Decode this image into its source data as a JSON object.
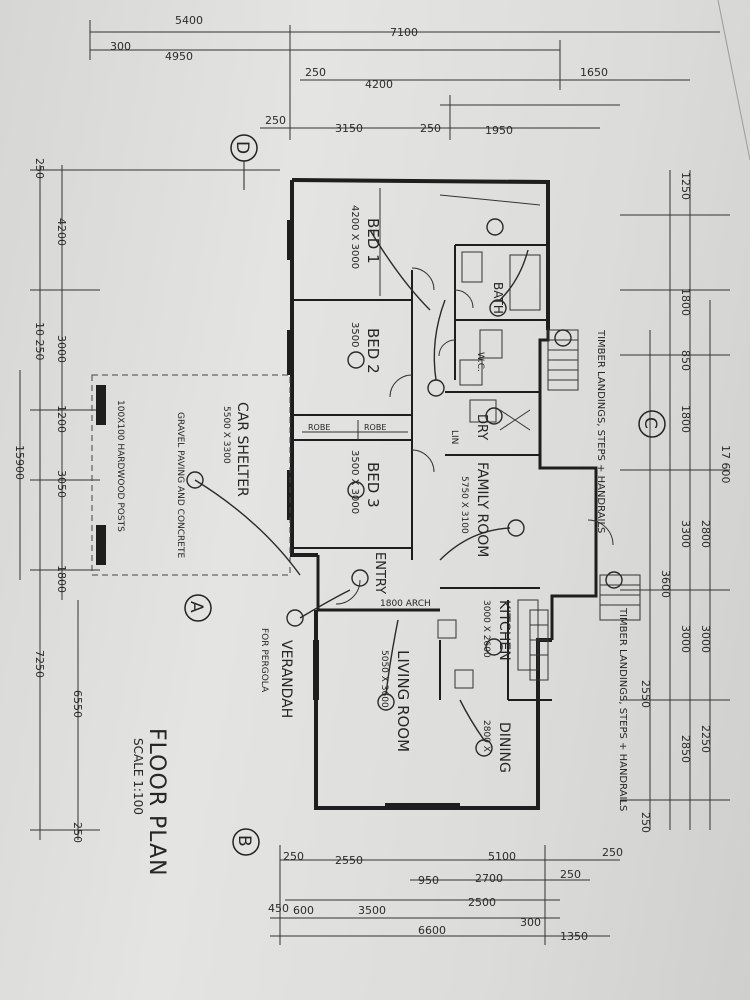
{
  "title": {
    "main": "FLOOR PLAN",
    "scale": "SCALE 1:100"
  },
  "rooms": {
    "bed1": {
      "name": "BED 1",
      "size": "4200 X 3000"
    },
    "bed2": {
      "name": "BED 2",
      "size": "3500"
    },
    "bed3": {
      "name": "BED 3",
      "size": "3500 X 3000"
    },
    "bath": {
      "name": "BATH"
    },
    "wc": {
      "name": "W.C."
    },
    "dry": {
      "name": "DRY"
    },
    "family": {
      "name": "FAMILY ROOM",
      "size": "5750 X 3100"
    },
    "kitchen": {
      "name": "KITCHEN",
      "size": "3000 X 2600"
    },
    "living": {
      "name": "LIVING ROOM",
      "size": "5050 X 3600"
    },
    "dining": {
      "name": "DINING",
      "size": "2800 X"
    },
    "entry": {
      "name": "ENTRY"
    },
    "verandah": {
      "name": "VERANDAH"
    },
    "car_shelter": {
      "name": "CAR SHELTER",
      "sub": "5500 X 3300"
    },
    "robe1": "ROBE",
    "robe2": "ROBE",
    "lin": "LIN"
  },
  "notes": {
    "timber_top": "TIMBER LANDINGS, STEPS + HANDRAILS",
    "timber_bottom": "TIMBER LANDINGS, STEPS + HANDRAILS",
    "paving": "GRAVEL PAVING AND CONCRETE",
    "posts": "100X100 HARDWOOD POSTS",
    "pergola": "FOR PERGOLA",
    "arch": "1800 ARCH"
  },
  "grid_markers": {
    "a": "A",
    "b": "B",
    "c": "C",
    "d": "D"
  },
  "dims_top": [
    "5400",
    "7100",
    "4950",
    "300",
    "1650",
    "250",
    "4200",
    "250",
    "3150",
    "250",
    "1950"
  ],
  "dims_left": [
    "250",
    "4200",
    "3000",
    "10 250",
    "1200",
    "3050",
    "15900",
    "1800",
    "7250",
    "6550",
    "250"
  ],
  "dims_right": [
    "1250",
    "1800",
    "850",
    "1800",
    "17 600",
    "2800",
    "3300",
    "3600",
    "3000",
    "3000",
    "2550",
    "2250",
    "2850",
    "250"
  ],
  "dims_bottom": [
    "250",
    "2550",
    "5100",
    "250",
    "950",
    "2700",
    "250",
    "450",
    "600",
    "3500",
    "2500",
    "300",
    "6600",
    "1350"
  ]
}
